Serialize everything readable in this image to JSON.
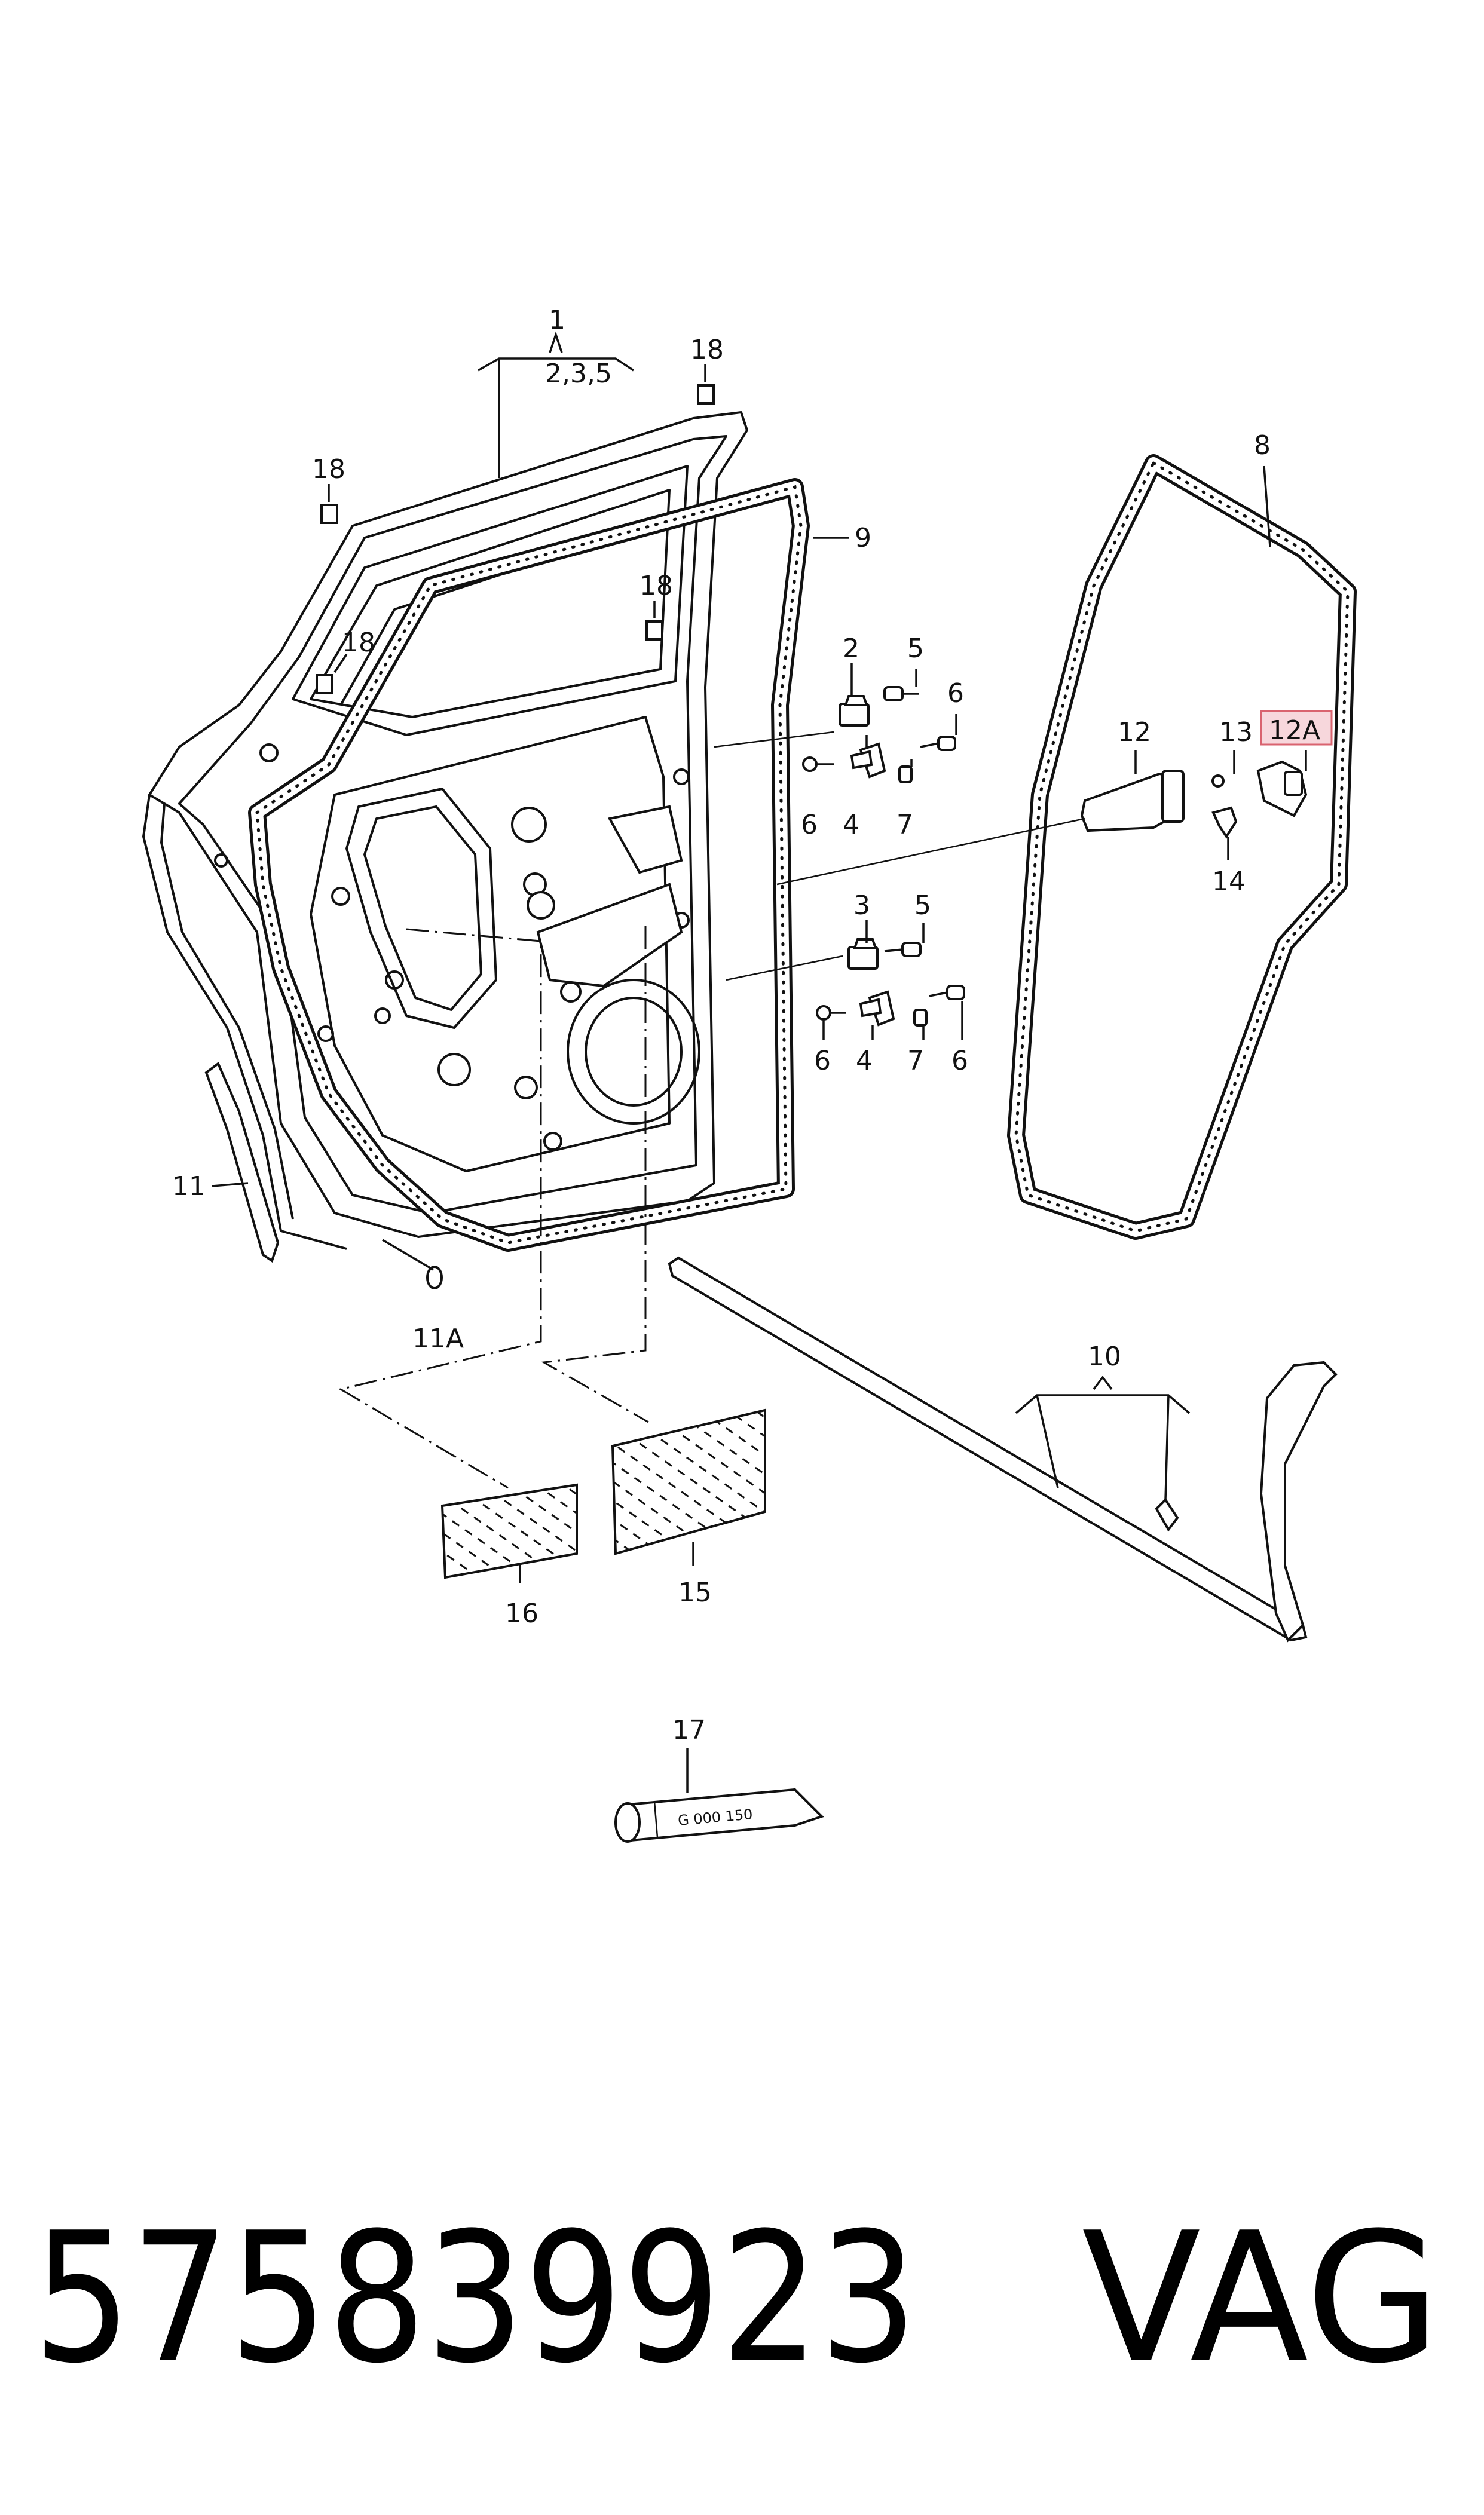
{
  "labels": {
    "l1": "1",
    "l235": "2,3,5",
    "l18a": "18",
    "l18b": "18",
    "l18c": "18",
    "l18d": "18",
    "l9": "9",
    "l8": "8",
    "l2": "2",
    "l5a": "5",
    "l6a": "6",
    "l6b": "6",
    "l4a": "4",
    "l7a": "7",
    "l3": "3",
    "l5b": "5",
    "l6c": "6",
    "l6d": "6",
    "l4b": "4",
    "l7b": "7",
    "l12": "12",
    "l13": "13",
    "l12A": "12A",
    "l14": "14",
    "l11": "11",
    "l11A": "11A",
    "l10": "10",
    "l15": "15",
    "l16": "16",
    "l17": "17"
  },
  "tube_text": "G 000 150",
  "part_number": "575839923",
  "brand": "VAG",
  "colors": {
    "highlight_fill": "#f7d7dc",
    "highlight_stroke": "#d9636f",
    "line": "#111111"
  }
}
